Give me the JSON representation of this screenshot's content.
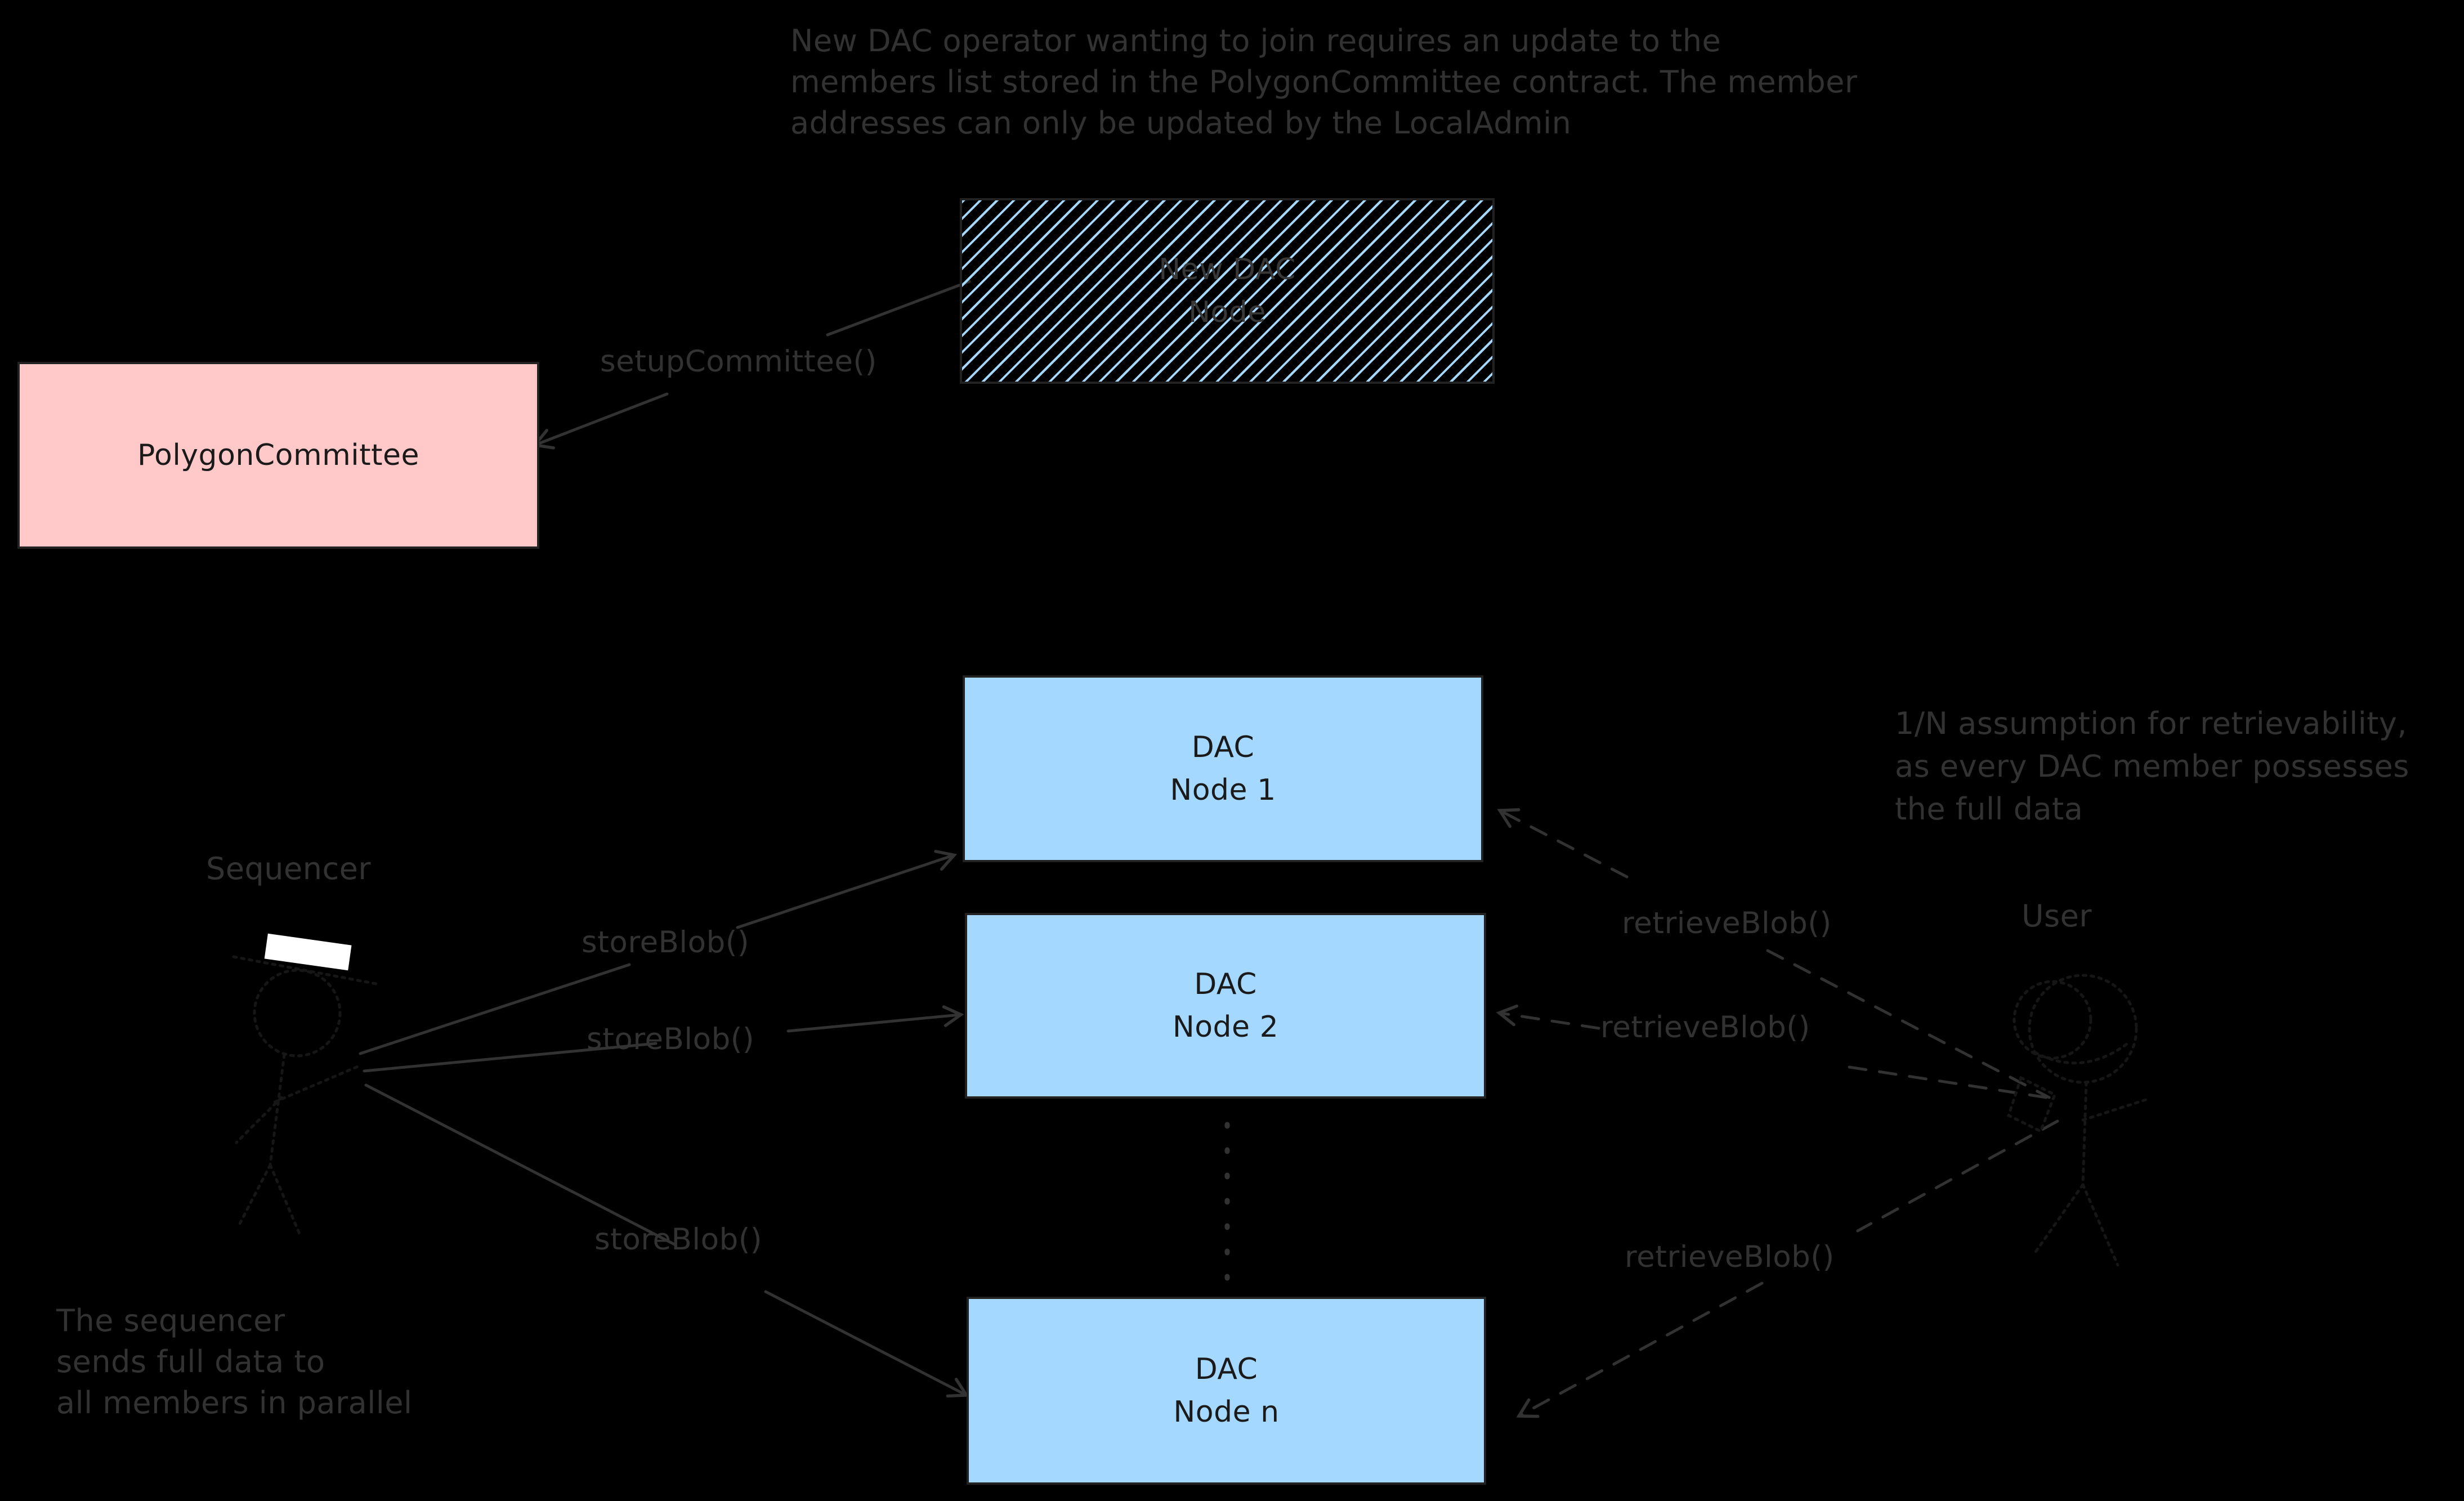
{
  "colors": {
    "background": "#000000",
    "annotation_gray": "#323232",
    "ink_black": "#1a1a1a",
    "ink_border": "#222222",
    "box_pink": "#ffc9c9",
    "box_blue": "#a5d8ff",
    "hatch_text": "#383838",
    "figure_faint": "#161616",
    "white": "#ffffff"
  },
  "notes": {
    "top": {
      "lines": [
        "New DAC operator wanting to join requires an update to the",
        "members list stored in the PolygonCommittee contract. The member",
        "addresses can only be updated by the LocalAdmin"
      ]
    },
    "retrievability": {
      "lines": [
        "1/N assumption for retrievability,",
        "as every DAC member possesses",
        "the full data"
      ]
    },
    "parallel": {
      "lines": [
        "The sequencer",
        "sends full data to",
        "all members in parallel"
      ]
    }
  },
  "shapes": {
    "new_dac_node": {
      "lines": [
        "New DAC",
        "Node"
      ],
      "fill_style": "hatched-blue"
    },
    "polygon_committee": {
      "label": "PolygonCommittee",
      "fill": "#ffc9c9"
    },
    "dac_node_1": {
      "lines": [
        "DAC",
        "Node 1"
      ],
      "fill": "#a5d8ff"
    },
    "dac_node_2": {
      "lines": [
        "DAC",
        "Node 2"
      ],
      "fill": "#a5d8ff"
    },
    "dac_node_n": {
      "lines": [
        "DAC",
        "Node n"
      ],
      "fill": "#a5d8ff"
    }
  },
  "actors": {
    "sequencer": {
      "label": "Sequencer",
      "icon": "stick-person-icon"
    },
    "user": {
      "label": "User",
      "icon": "stick-person-icon"
    }
  },
  "edge_labels": {
    "setup_committee": "setupCommittee()",
    "store_blob_1": "storeBlob()",
    "store_blob_2": "storeBlob()",
    "store_blob_3": "storeBlob()",
    "retrieve_blob_1": "retrieveBlob()",
    "retrieve_blob_2": "retrieveBlob()",
    "retrieve_blob_3": "retrieveBlob()"
  }
}
